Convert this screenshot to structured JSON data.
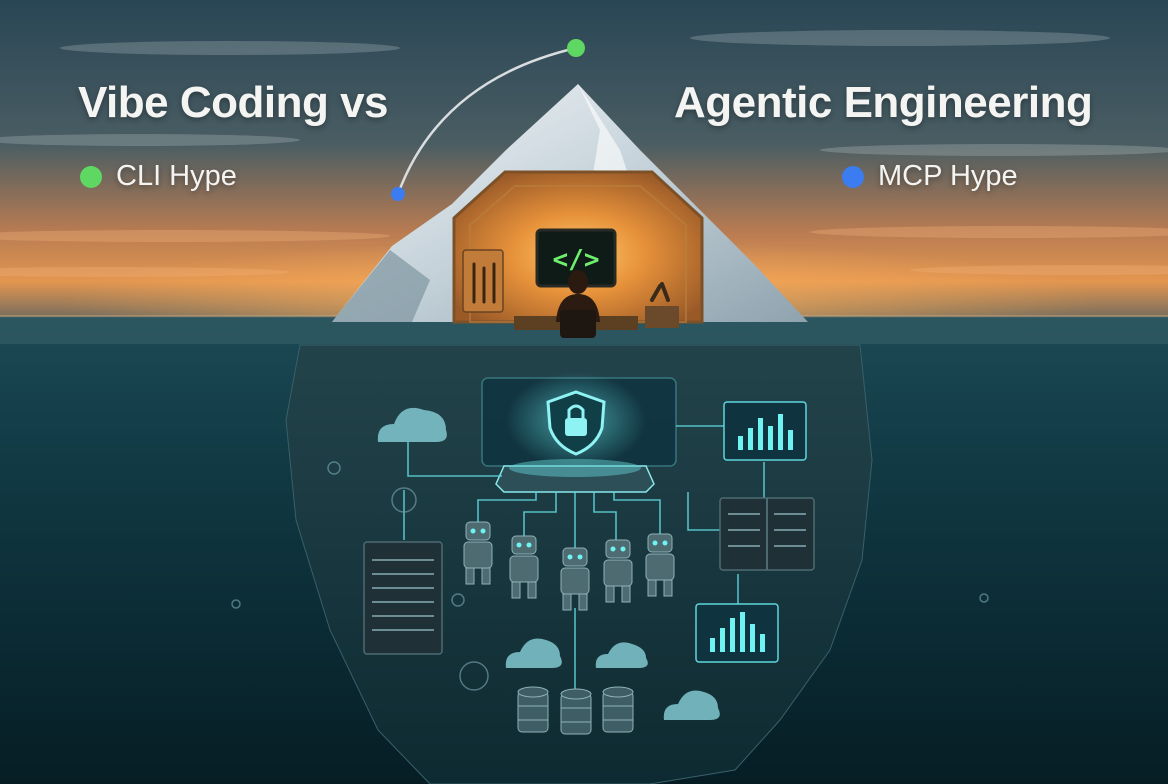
{
  "header": {
    "left_title": "Vibe Coding  vs",
    "right_title": "Agentic Engineering"
  },
  "legend": {
    "left": {
      "label": "CLI Hype",
      "color": "#5ed862"
    },
    "right": {
      "label": "MCP Hype",
      "color": "#3b7cf0"
    }
  },
  "scene": {
    "monitor_code": "</>",
    "icons": {
      "shield": "shield-lock-icon",
      "cloud": "cloud-icon",
      "server": "server-rack-icon",
      "robot": "robot-agent-icon",
      "database": "database-icon",
      "chart": "bar-chart-icon",
      "tools": "tools-icon"
    }
  },
  "colors": {
    "sky_top": "#2b4957",
    "horizon_glow": "#e0904f",
    "deep_water": "#0a2a33",
    "neon": "#4fe0e3",
    "warm_light": "#ffb040"
  }
}
